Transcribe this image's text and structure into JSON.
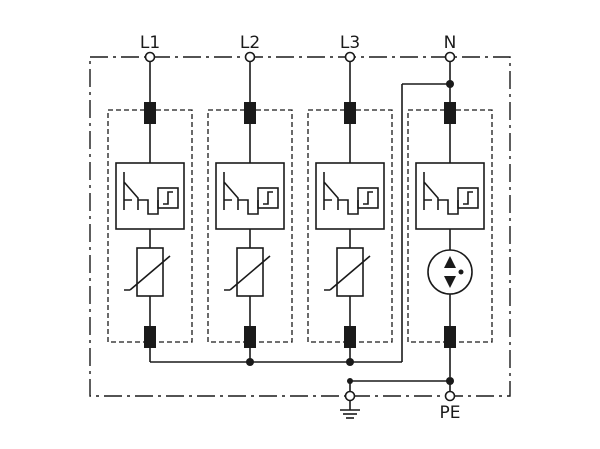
{
  "terminals": {
    "l1": "L1",
    "l2": "L2",
    "l3": "L3",
    "n": "N",
    "pe": "PE"
  },
  "icons": {
    "earth": "earth-ground-icon",
    "varistor": "varistor-icon",
    "gas_discharge": "spark-gap-icon",
    "thermal_disconnect": "thermal-disconnector-icon"
  }
}
